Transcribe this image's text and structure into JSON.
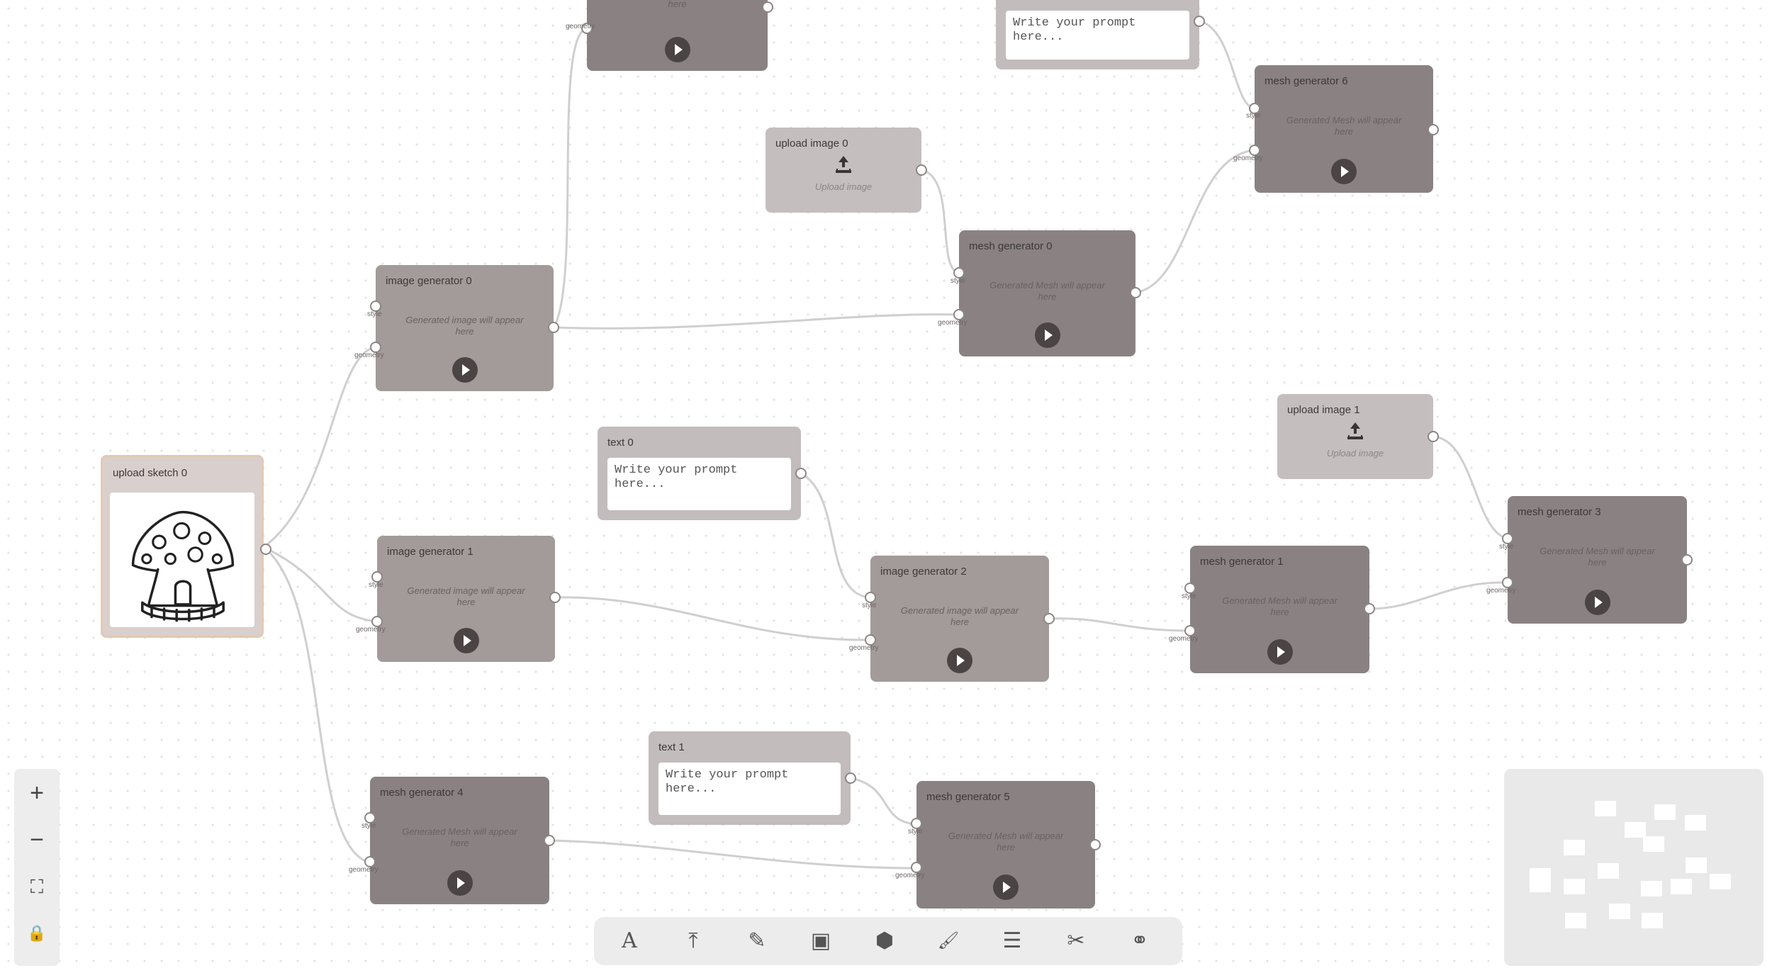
{
  "nodes": {
    "image_gen_top": {
      "title": "",
      "placeholder": "Generated Mesh will appear here"
    },
    "text_top": {
      "title": "",
      "prompt_placeholder": "Write your prompt here..."
    },
    "mesh_gen_6": {
      "title": "mesh generator 6",
      "placeholder": "Generated Mesh will appear here"
    },
    "upload_image_0": {
      "title": "upload image 0",
      "label": "Upload image"
    },
    "mesh_gen_0": {
      "title": "mesh generator 0",
      "placeholder": "Generated Mesh will appear here"
    },
    "image_gen_0": {
      "title": "image generator 0",
      "placeholder": "Generated image will appear here"
    },
    "upload_image_1": {
      "title": "upload image 1",
      "label": "Upload image"
    },
    "text_0": {
      "title": "text 0",
      "prompt_placeholder": "Write your prompt here..."
    },
    "upload_sketch_0": {
      "title": "upload sketch 0"
    },
    "image_gen_1": {
      "title": "image generator 1",
      "placeholder": "Generated image will appear here"
    },
    "image_gen_2": {
      "title": "image generator 2",
      "placeholder": "Generated image will appear here"
    },
    "mesh_gen_1": {
      "title": "mesh generator 1",
      "placeholder": "Generated Mesh will appear here"
    },
    "mesh_gen_3": {
      "title": "mesh generator 3",
      "placeholder": "Generated Mesh will appear here"
    },
    "text_1": {
      "title": "text 1",
      "prompt_placeholder": "Write your prompt here..."
    },
    "mesh_gen_4": {
      "title": "mesh generator 4",
      "placeholder": "Generated Mesh will appear here"
    },
    "mesh_gen_5": {
      "title": "mesh generator 5",
      "placeholder": "Generated Mesh will appear here"
    }
  },
  "ports": {
    "style": "style",
    "geometry": "geometry"
  },
  "zoom_controls": {
    "zoom_in": "+",
    "zoom_out": "−",
    "fit": "⛶",
    "lock": "🔒"
  },
  "toolbar": {
    "text_tool": "A",
    "upload_tool": "⤒",
    "sketch_tool": "✎",
    "image_tool": "▣",
    "mesh_tool": "⬢",
    "brush_tool": "🖌",
    "settings_tool": "☰",
    "cut_tool": "✂",
    "merge_tool": "⚭"
  },
  "colors": {
    "image_node": "#a39a9a",
    "mesh_node": "#8a8282",
    "upload_node": "#c5bebe",
    "text_node": "#c3bcbc",
    "edge": "#cfcfcf"
  }
}
